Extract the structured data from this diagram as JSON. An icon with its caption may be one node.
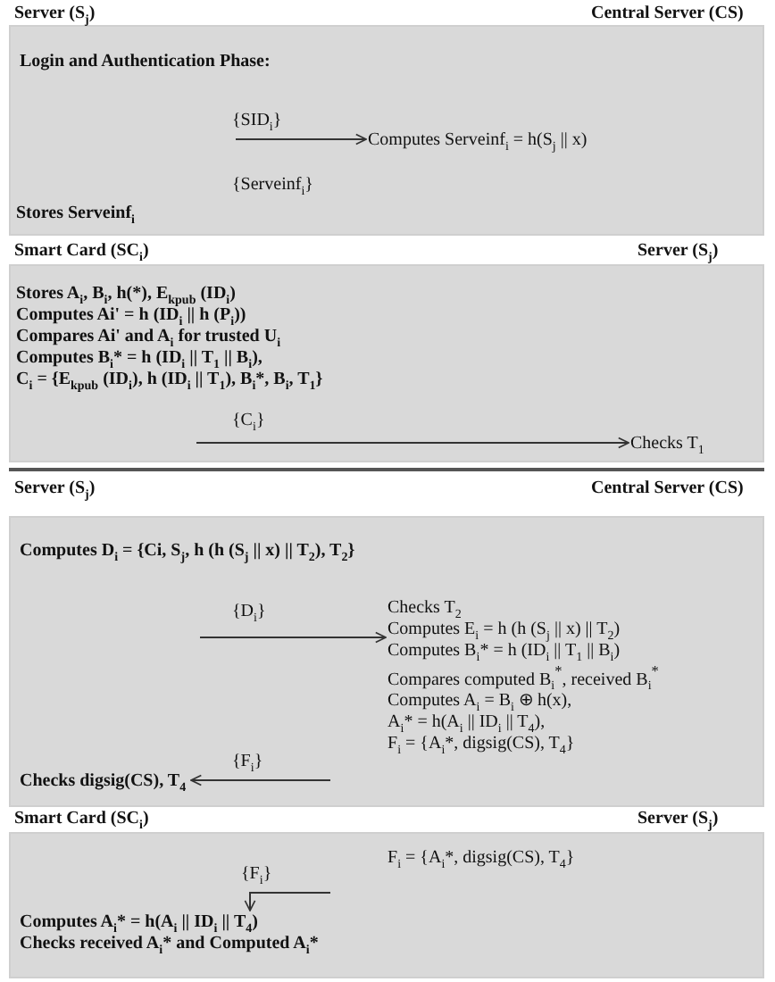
{
  "diagram": {
    "nodes": [
      {
        "text": [],
        "shape": "box"
      },
      {
        "text": [
          "Login and Authentication Phase:"
        ],
        "in": 0
      },
      {
        "text": [
          "Computes Serveinf$_{i}$ = h(S$_{j}$ || x)"
        ],
        "in": 0
      },
      {
        "text": [
          "Stores Serveinf$_{i}$"
        ],
        "in": 0
      },
      {
        "text": [],
        "shape": "box"
      },
      {
        "text": [
          "Stores A$_{i}$, B$_{i}$, h(*), E$_{kpub}$ (ID$_{i}$)",
          "Computes Ai' = h (ID$_{i}$ || h (P$_{i}$))",
          "Compares Ai' and A$_{i}$ for trusted U$_{i}$",
          "Computes B$_{i}$* = h (ID$_{i}$ || T$_{1}$ || B$_{i}$),",
          "C$_{i}$ = {E$_{kpub}$ (ID$_{i}$), h (ID$_{i}$ || T$_{1}$), B$_{i}$*, B$_{i}$, T$_{1}$}"
        ],
        "in": 4
      },
      {
        "text": [
          "Checks T$_{1}$"
        ],
        "in": 4
      },
      {
        "text": [],
        "shape": "box"
      },
      {
        "text": [
          "Computes D$_{i}$ = {Ci, S$_{j}$, h (h (S$_{j}$ || x) || T$_{2}$), T$_{2}$}"
        ],
        "in": 7
      },
      {
        "text": [
          "Checks T$_{2}$",
          "Computes E$_{i}$ = h (h (S$_{j}$ || x) || T$_{2}$)",
          "Computes B$_{i}$* = h (ID$_{i}$ || T$_{1}$ || B$_{i}$)",
          "Compares computed B$_{i}$$^{*}$, received B$_{i}$$^{*}$",
          "Computes A$_{i}$ = B$_{i}$ ⊕ h(x),",
          "A$_{i}$* = h(A$_{i}$ || ID$_{i}$ || T$_{4}$),",
          "F$_{i}$ = {A$_{i}$*, digsig(CS), T$_{4}$}"
        ],
        "in": 7
      },
      {
        "text": [
          "Checks digsig(CS), T$_{4}$"
        ],
        "in": 7
      },
      {
        "text": [],
        "shape": "box"
      },
      {
        "text": [
          "F$_{i}$ = {A$_{i}$*, digsig(CS), T$_{4}$}"
        ],
        "in": 11
      },
      {
        "text": [
          "Computes A$_{i}$* = h(A$_{i}$ || ID$_{i}$ || T$_{4}$)",
          "Checks received A$_{i}$* and Computed A$_{i}$*"
        ],
        "in": 11
      }
    ],
    "edges": [
      {
        "from": null,
        "to": 2,
        "arrow": "to",
        "label": "{SID$_{i}$}"
      },
      {
        "from": null,
        "to": 6,
        "arrow": "to",
        "label": "{C$_{i}$}"
      },
      {
        "from": null,
        "to": 9,
        "arrow": "to",
        "label": "{D$_{i}$}"
      },
      {
        "from": null,
        "to": 10,
        "arrow": "to",
        "label": "{F$_{i}$}"
      },
      {
        "from": null,
        "to": 13,
        "arrow": "to",
        "label": "{F$_{i}$}"
      }
    ],
    "labels": [
      "Server (S$_{j}$)",
      "Central Server (CS)",
      "{Serveinf$_{i}$}",
      "Smart Card (SC$_{i}$)",
      "Server (S$_{j}$)",
      "Server (S$_{j}$)",
      "Central Server (CS)",
      "Smart Card (SC$_{i}$)",
      "Server (S$_{j}$)"
    ]
  }
}
